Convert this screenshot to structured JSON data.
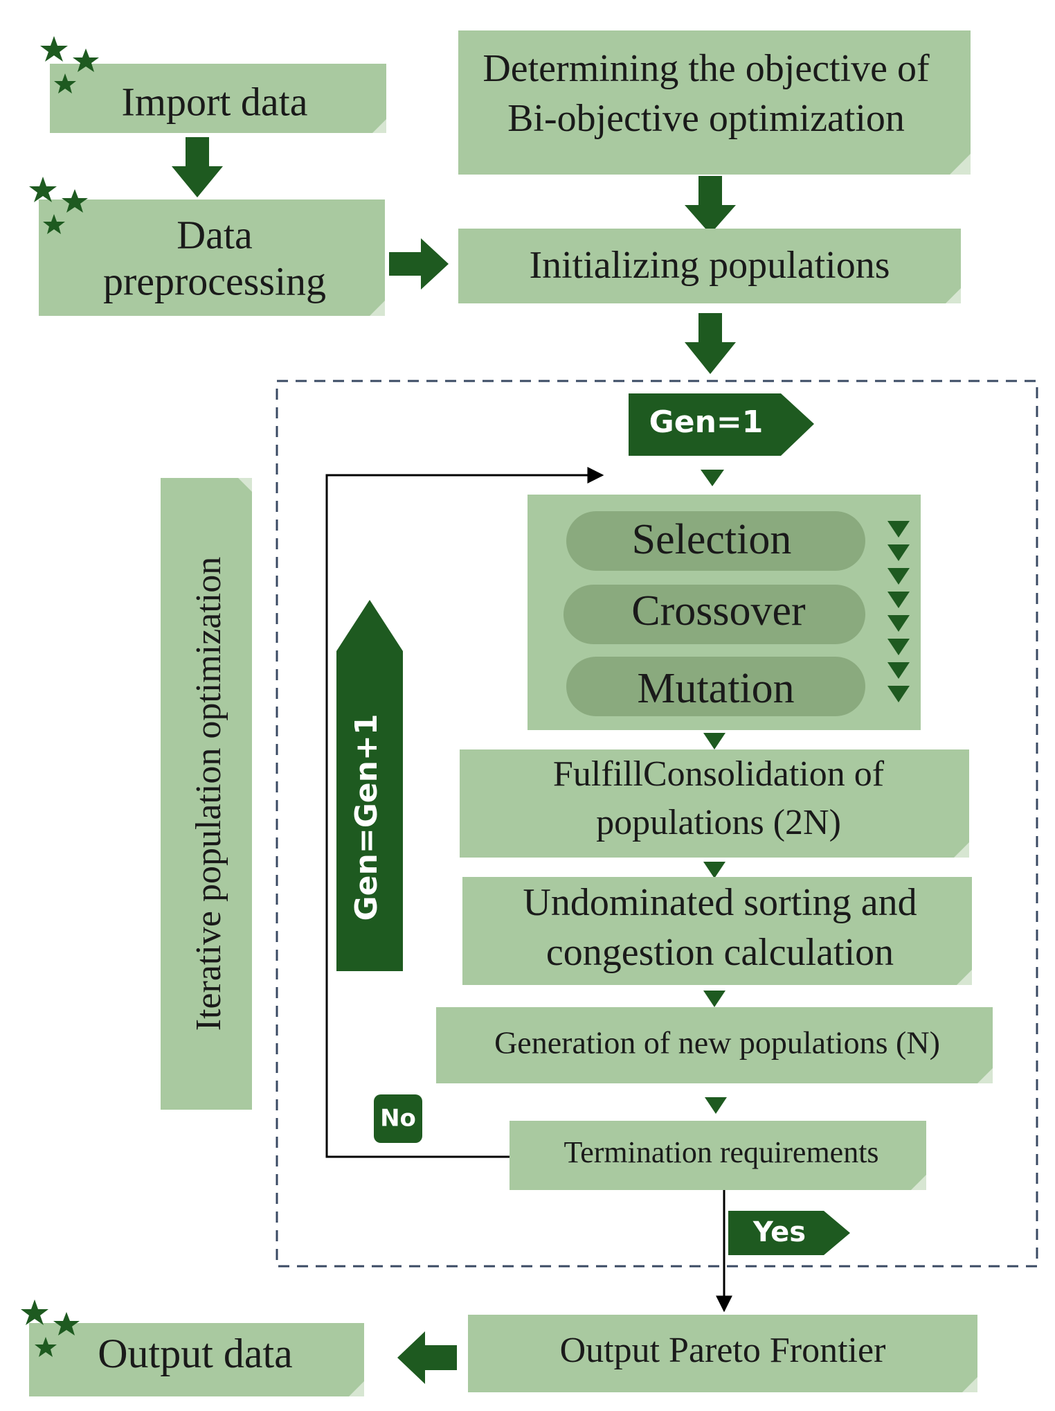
{
  "colors": {
    "box_fill": "#a9c9a0",
    "pill_fill": "#8aaa7e",
    "dark_green": "#1e5a20",
    "fold": "#d7e6d2",
    "dashed_border": "#3a4a63",
    "text": "#1a1a1a"
  },
  "boxes": {
    "import_data": "Import data",
    "data_pre_line1": "Data",
    "data_pre_line2": "preprocessing",
    "objective_line1": "Determining  the objective of",
    "objective_line2": "Bi-objective optimization",
    "init_pop": "Initializing  populations",
    "consolidation_line1": "FulfillConsolidation of",
    "consolidation_line2": "populations (2N)",
    "sorting_line1": "Undominated  sorting  and",
    "sorting_line2": "congestion calculation",
    "new_pop": "Generation  of new populations (N)",
    "termination": "Termination  requirements",
    "pareto": "Output Pareto Frontier",
    "output_data": "Output data",
    "iterative": "Iterative population optimization"
  },
  "operators": {
    "selection": "Selection",
    "crossover": "Crossover",
    "mutation": "Mutation"
  },
  "tags": {
    "gen1": "Gen=1",
    "gen_plus": "Gen=Gen+1",
    "no": "No",
    "yes": "Yes"
  },
  "icons": {
    "stars": "star-cluster-icon",
    "arrow": "down-arrow-icon"
  }
}
